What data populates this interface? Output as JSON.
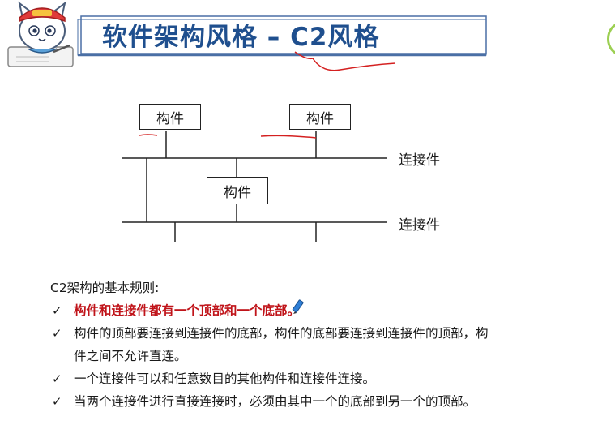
{
  "title": "软件架构风格 – C2风格",
  "diagram": {
    "component_label": "构件",
    "connector_label": "连接件"
  },
  "rules": {
    "heading": "C2架构的基本规则:",
    "check_mark": "✓",
    "items": [
      {
        "lines": [
          "构件和连接件都有一个顶部和一个底部。"
        ],
        "highlight": true
      },
      {
        "lines": [
          "构件的顶部要连接到连接件的底部，构件的底部要连接到连接件的顶部，构",
          "件之间不允许直连。"
        ],
        "highlight": false
      },
      {
        "lines": [
          "一个连接件可以和任意数目的其他构件和连接件连接。"
        ],
        "highlight": false
      },
      {
        "lines": [
          "当两个连接件进行直接连接时，必须由其中一个的底部到另一个的顶部。"
        ],
        "highlight": false
      }
    ]
  },
  "colors": {
    "title": "#1f4f8e",
    "highlight_text": "#c0141a",
    "annotation_ink": "#d42020",
    "accent_green": "#9ccf52"
  }
}
